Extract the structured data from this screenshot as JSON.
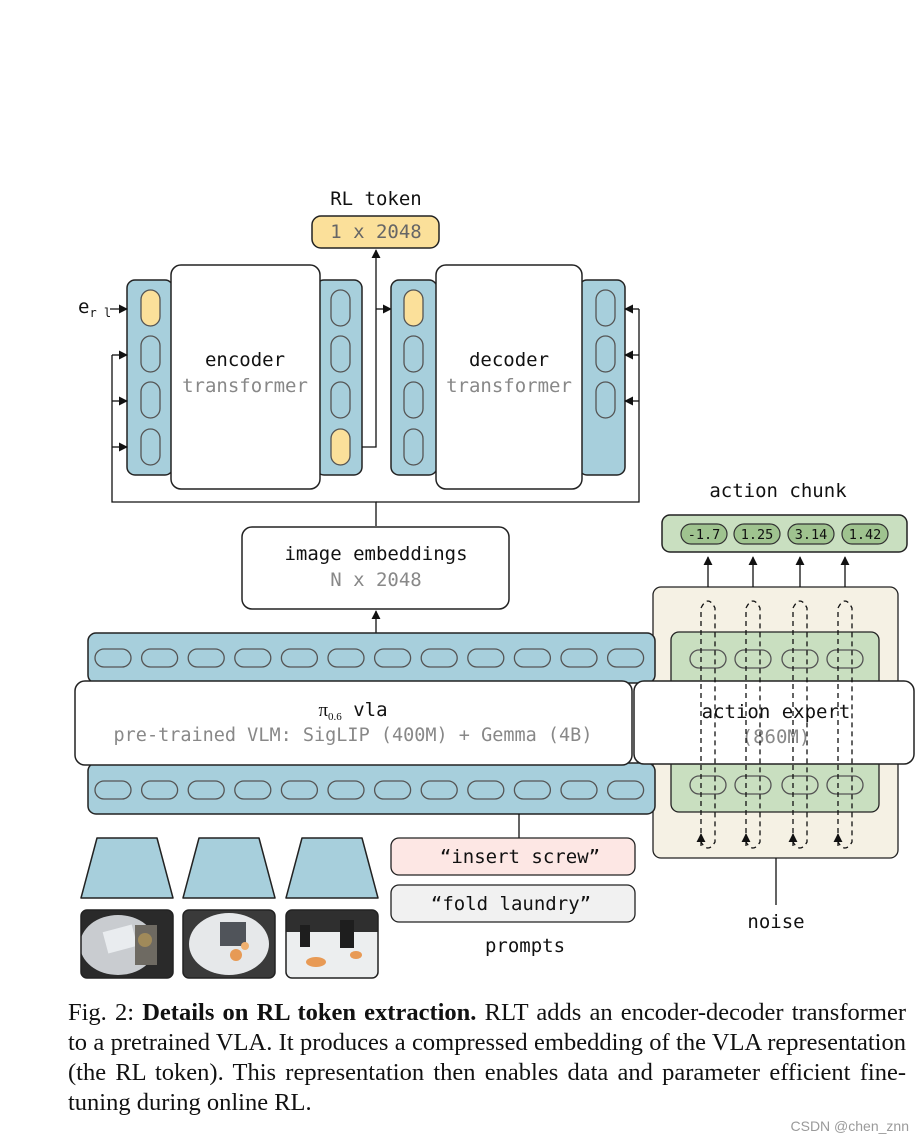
{
  "diagram": {
    "rl_token": {
      "title": "RL token",
      "value": "1 x 2048"
    },
    "encoder": {
      "line1": "encoder",
      "line2": "transformer",
      "input_label_main": "e",
      "input_label_sub": "r l"
    },
    "decoder": {
      "line1": "decoder",
      "line2": "transformer"
    },
    "image_embeddings": {
      "line1": "image embeddings",
      "line2": "N x 2048"
    },
    "vla": {
      "pi": "π",
      "pi_sub": "0.6",
      "name": " vla",
      "subtitle": "pre-trained VLM: SigLIP (400M) + Gemma (4B)"
    },
    "action_chunk": {
      "title": "action chunk",
      "values": [
        "-1.7",
        "1.25",
        "3.14",
        "1.42"
      ]
    },
    "action_expert": {
      "line1": "action expert",
      "line2": "(860M)"
    },
    "noise": "noise",
    "prompts": {
      "items": [
        "“insert screw”",
        "“fold laundry”"
      ],
      "label": "prompts"
    },
    "colors": {
      "token_blue": "#a7cfdc",
      "token_yellow": "#fbe09a",
      "action_green": "#c9dfc0",
      "expert_bg": "#f5f1e4",
      "prompt_pink": "#fde7e4",
      "prompt_gray": "#f1f1f1"
    }
  },
  "caption": {
    "prefix": "Fig. 2: ",
    "bold": "Details on RL token extraction.",
    "text": " RLT adds an encoder-decoder transformer to a pretrained VLA. It produces a compressed embedding of the VLA representation (the RL token). This representation then enables data and parameter efficient fine-tuning during online RL."
  },
  "watermark": "CSDN @chen_znn"
}
